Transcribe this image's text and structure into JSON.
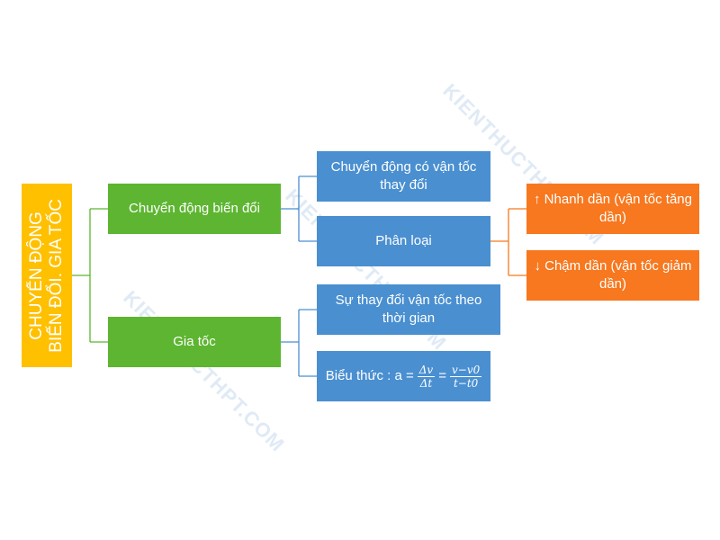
{
  "watermark": "KIENTHUCTHPT.COM",
  "root": {
    "text": "CHUYỂN ĐỘNG\nBIẾN ĐỔI. GIA TỐC"
  },
  "level1": {
    "bien_doi": "Chuyển động biến đổi",
    "gia_toc": "Gia tốc"
  },
  "level2": {
    "van_toc_thay_doi": "Chuyển động có vận tốc thay đổi",
    "phan_loai": "Phân loại",
    "su_thay_doi": "Sự thay đổi vận tốc theo thời gian",
    "bieu_thuc_label": "Biểu thức : a =",
    "frac1_num": "Δv",
    "frac1_den": "Δt",
    "equals": "=",
    "frac2_num": "v−v0",
    "frac2_den": "t−t0"
  },
  "level3": {
    "nhanh_dan": "↑ Nhanh dần (vận tốc tăng dần)",
    "cham_dan": "↓ Chậm dần (vận tốc giảm dần)"
  },
  "colors": {
    "root": "#ffc000",
    "level1": "#5db531",
    "level2": "#4a8fd0",
    "level3": "#f7781f"
  }
}
